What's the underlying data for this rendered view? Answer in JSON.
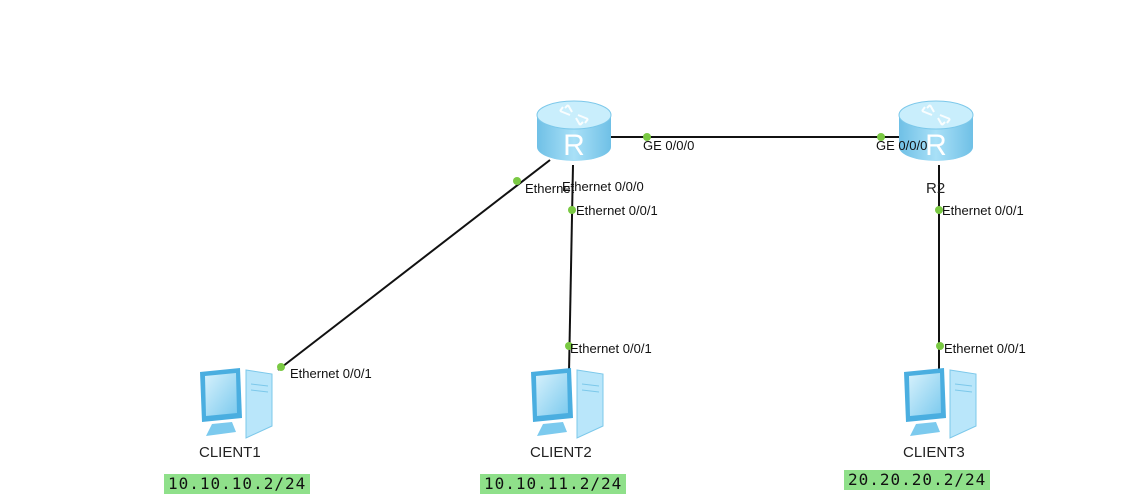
{
  "colors": {
    "link": "#111111",
    "port_dot": "#7ac943",
    "router_body": "#8fd2f0",
    "router_top": "#c6ecfb",
    "pc_body": "#9fdcf6",
    "ip_bg": "#8fe08a"
  },
  "devices": {
    "r1": {
      "icon": "router-icon",
      "letter": "R",
      "label": ""
    },
    "r2": {
      "icon": "router-icon",
      "letter": "R",
      "label": "R2"
    },
    "client1": {
      "icon": "pc-icon",
      "label": "CLIENT1",
      "ip": "10.10.10.2/24"
    },
    "client2": {
      "icon": "pc-icon",
      "label": "CLIENT2",
      "ip": "10.10.11.2/24"
    },
    "client3": {
      "icon": "pc-icon",
      "label": "CLIENT3",
      "ip": "20.20.20.2/24"
    }
  },
  "ports": {
    "r1_ge": "GE 0/0/0",
    "r2_ge": "GE 0/0/0",
    "r1_eth0": "Ethernet 0/0/0",
    "r1_eth0_overlap": "Ethernet",
    "r1_eth1": "Ethernet 0/0/1",
    "r2_eth1": "Ethernet 0/0/1",
    "client1_eth": "Ethernet 0/0/1",
    "client2_eth": "Ethernet 0/0/1",
    "client3_eth": "Ethernet 0/0/1"
  }
}
